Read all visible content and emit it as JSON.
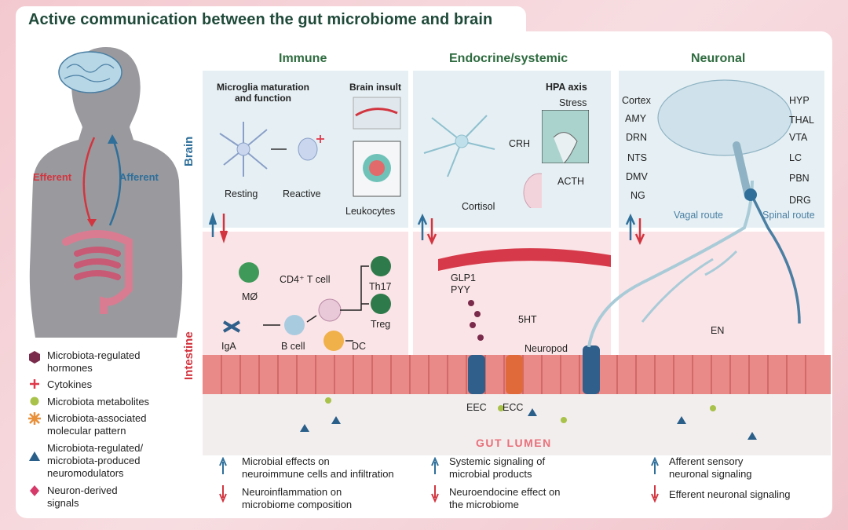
{
  "title": "Active communication between the gut microbiome and brain",
  "body_labels": {
    "efferent": "Efferent",
    "afferent": "Afferent"
  },
  "side_labels": {
    "brain": "Brain",
    "intestine": "Intestine"
  },
  "columns": {
    "immune": "Immune",
    "endocrine": "Endocrine/systemic",
    "neuronal": "Neuronal"
  },
  "immune_brain": {
    "microglia_title": "Microglia maturation\nand function",
    "resting": "Resting",
    "reactive": "Reactive",
    "brain_insult": "Brain insult",
    "leukocytes": "Leukocytes"
  },
  "immune_gut": {
    "macrophage": "MØ",
    "cd4": "CD4⁺ T cell",
    "th17": "Th17",
    "treg": "Treg",
    "iga": "IgA",
    "bcell": "B cell",
    "dc": "DC"
  },
  "endocrine_brain": {
    "hpa": "HPA axis",
    "stress": "Stress",
    "crh": "CRH",
    "acth": "ACTH",
    "cortisol": "Cortisol"
  },
  "endocrine_gut": {
    "glp1": "GLP1",
    "pyy": "PYY",
    "ht5": "5HT",
    "neuropod": "Neuropod",
    "eec": "EEC",
    "ecc": "ECC"
  },
  "neuronal_brain": {
    "left": [
      "Cortex",
      "AMY",
      "DRN",
      "NTS",
      "DMV",
      "NG"
    ],
    "right": [
      "HYP",
      "THAL",
      "VTA",
      "LC",
      "PBN",
      "DRG"
    ],
    "vagal": "Vagal route",
    "spinal": "Spinal route"
  },
  "neuronal_gut": {
    "en": "EN"
  },
  "gut_lumen": "GUT LUMEN",
  "legend": [
    {
      "label": "Microbiota-regulated\nhormones",
      "icon": "hexagon",
      "color": "#7a2a4a"
    },
    {
      "label": "Cytokines",
      "icon": "star",
      "color": "#e0384a"
    },
    {
      "label": "Microbiota metabolites",
      "icon": "circle",
      "color": "#a8c24a"
    },
    {
      "label": "Microbiota-associated\nmolecular pattern",
      "icon": "burst",
      "color": "#e8903a"
    },
    {
      "label": "Microbiota-regulated/\nmicrobiota-produced\nneuromodulators",
      "icon": "triangle",
      "color": "#2a5f8a"
    },
    {
      "label": "Neuron-derived\nsignals",
      "icon": "diamond",
      "color": "#d63a6a"
    }
  ],
  "footer": {
    "immune_up": "Microbial effects on\nneuroimmune cells and infiltration",
    "immune_down": "Neuroinflammation on\nmicrobiome composition",
    "endo_up": "Systemic signaling of\nmicrobial products",
    "endo_down": "Neuroendocine effect on\nthe microbiome",
    "neuro_up": "Afferent sensory\nneuronal signaling",
    "neuro_down": "Efferent neuronal signaling"
  },
  "colors": {
    "afferent": "#2f6f9a",
    "efferent": "#d2353f",
    "title": "#1f4a3a",
    "column_head": "#2e6b3f",
    "brain_panel": "#e6f0f4",
    "gut_panel": "#fbe4e7"
  }
}
